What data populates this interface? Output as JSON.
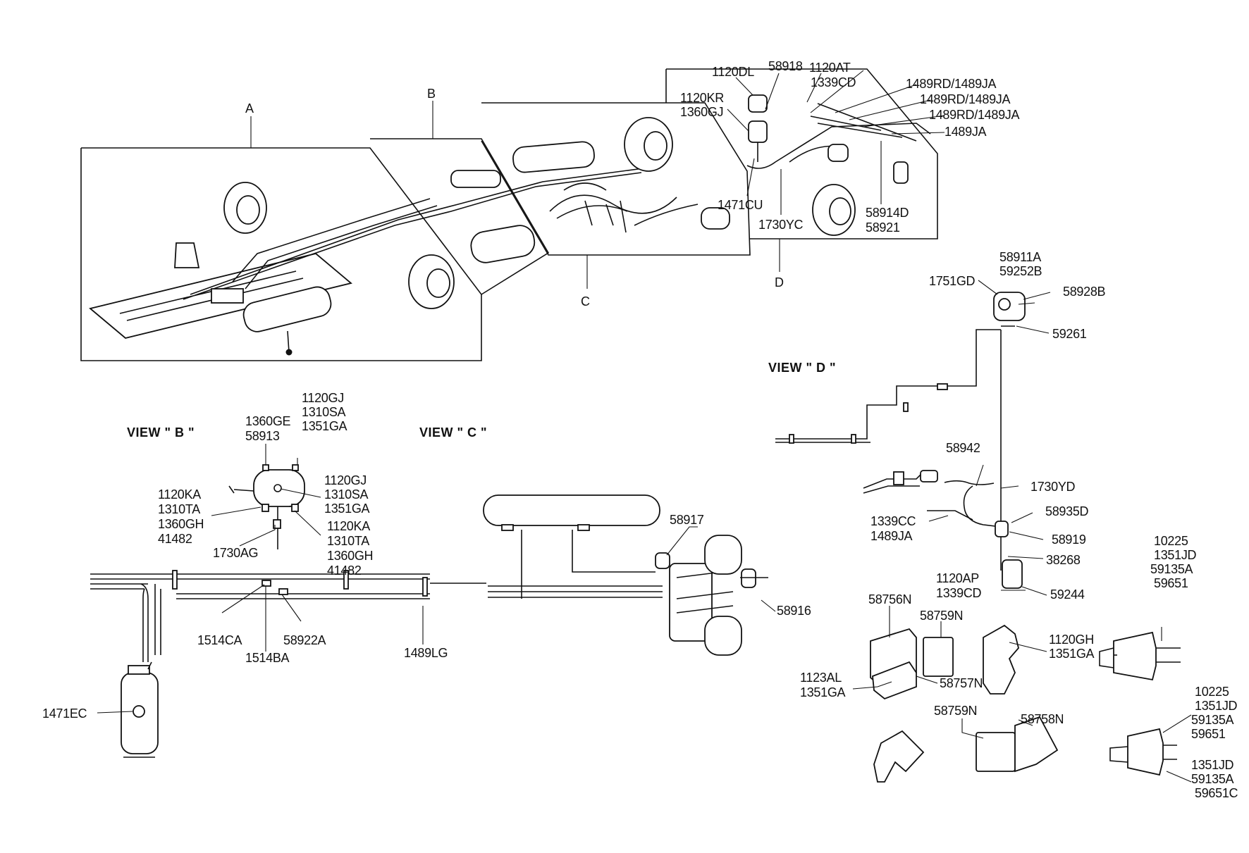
{
  "sections": {
    "A": "A",
    "B": "B",
    "C": "C",
    "D": "D"
  },
  "views": {
    "view_b": "VIEW \" B \"",
    "view_c": "VIEW \" C \"",
    "view_d": "VIEW \" D \""
  },
  "callouts": {
    "top": [
      "1120DL",
      "58918",
      "1120AT",
      "1339CD",
      "1120KR",
      "1360GJ",
      "1489RD/1489JA",
      "1489RD/1489JA",
      "1489RD/1489JA",
      "1489JA",
      "1471CU",
      "1730YC",
      "58914D",
      "58921"
    ],
    "view_b": [
      "1120GJ",
      "1310SA",
      "1351GA",
      "1360GE",
      "58913",
      "1120GJ",
      "1310SA",
      "1351GA",
      "1120KA",
      "1310TA",
      "1360GH",
      "41482",
      "1730AG",
      "1120KA",
      "1310TA",
      "1360GH",
      "41482",
      "1514CA",
      "1514BA",
      "58922A",
      "1489LG",
      "1471EC"
    ],
    "view_c": [
      "58917",
      "58916"
    ],
    "view_d": [
      "58911A",
      "59252B",
      "1751GD",
      "58928B",
      "59261",
      "58942",
      "1730YD",
      "58935D",
      "1339CC",
      "1489JA",
      "58919",
      "38268",
      "1120AP",
      "1339CD",
      "59244"
    ],
    "brackets": [
      "58756N",
      "58759N",
      "1120GH",
      "1351GA",
      "1123AL",
      "1351GA",
      "58757N",
      "58759N",
      "58758N"
    ],
    "chambers": [
      "10225",
      "1351JD",
      "59135A",
      "59651",
      "10225",
      "1351JD",
      "59135A",
      "59651",
      "1351JD",
      "59135A",
      "59651C"
    ]
  }
}
